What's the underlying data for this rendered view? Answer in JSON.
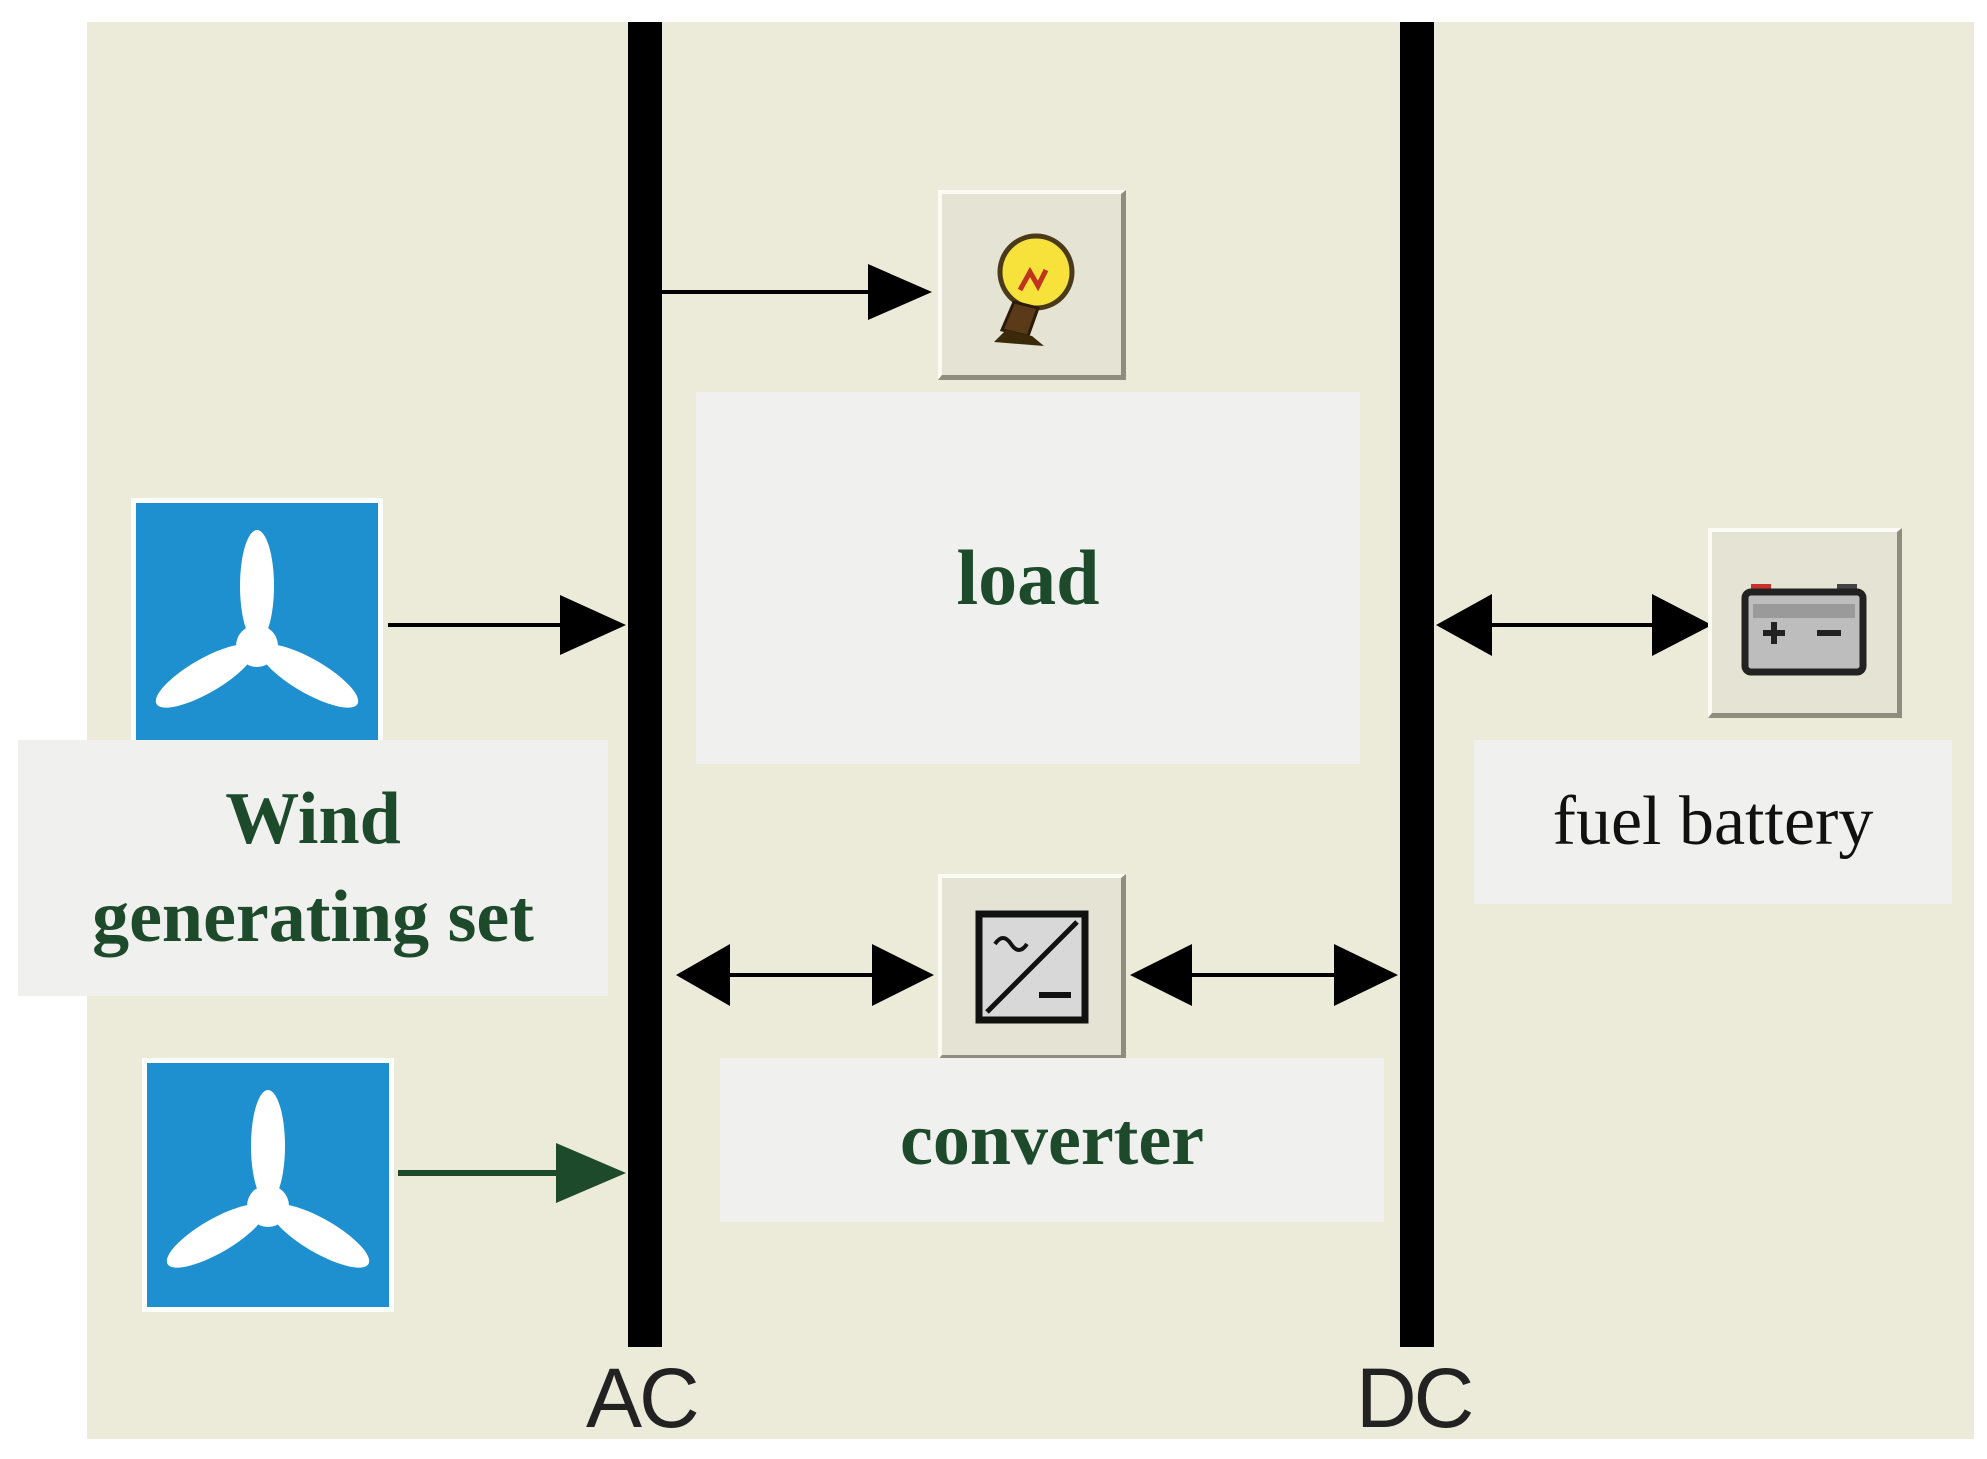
{
  "diagram": {
    "buses": {
      "ac_label": "AC",
      "dc_label": "DC"
    },
    "components": {
      "load_label": "load",
      "wind_label_line1": "Wind",
      "wind_label_line2": "generating set",
      "converter_label": "converter",
      "battery_label": "fuel battery"
    },
    "icons": {
      "load": "light-bulb-icon",
      "wind_1": "wind-turbine-icon",
      "wind_2": "wind-turbine-icon",
      "converter": "converter-icon",
      "battery": "battery-icon"
    },
    "colors": {
      "background": "#ecebd9",
      "wind_tile": "#1e90d0",
      "label_text_green": "#1d4a2b",
      "green_arrow": "#1d4a2b",
      "bus_line": "#000000"
    }
  }
}
